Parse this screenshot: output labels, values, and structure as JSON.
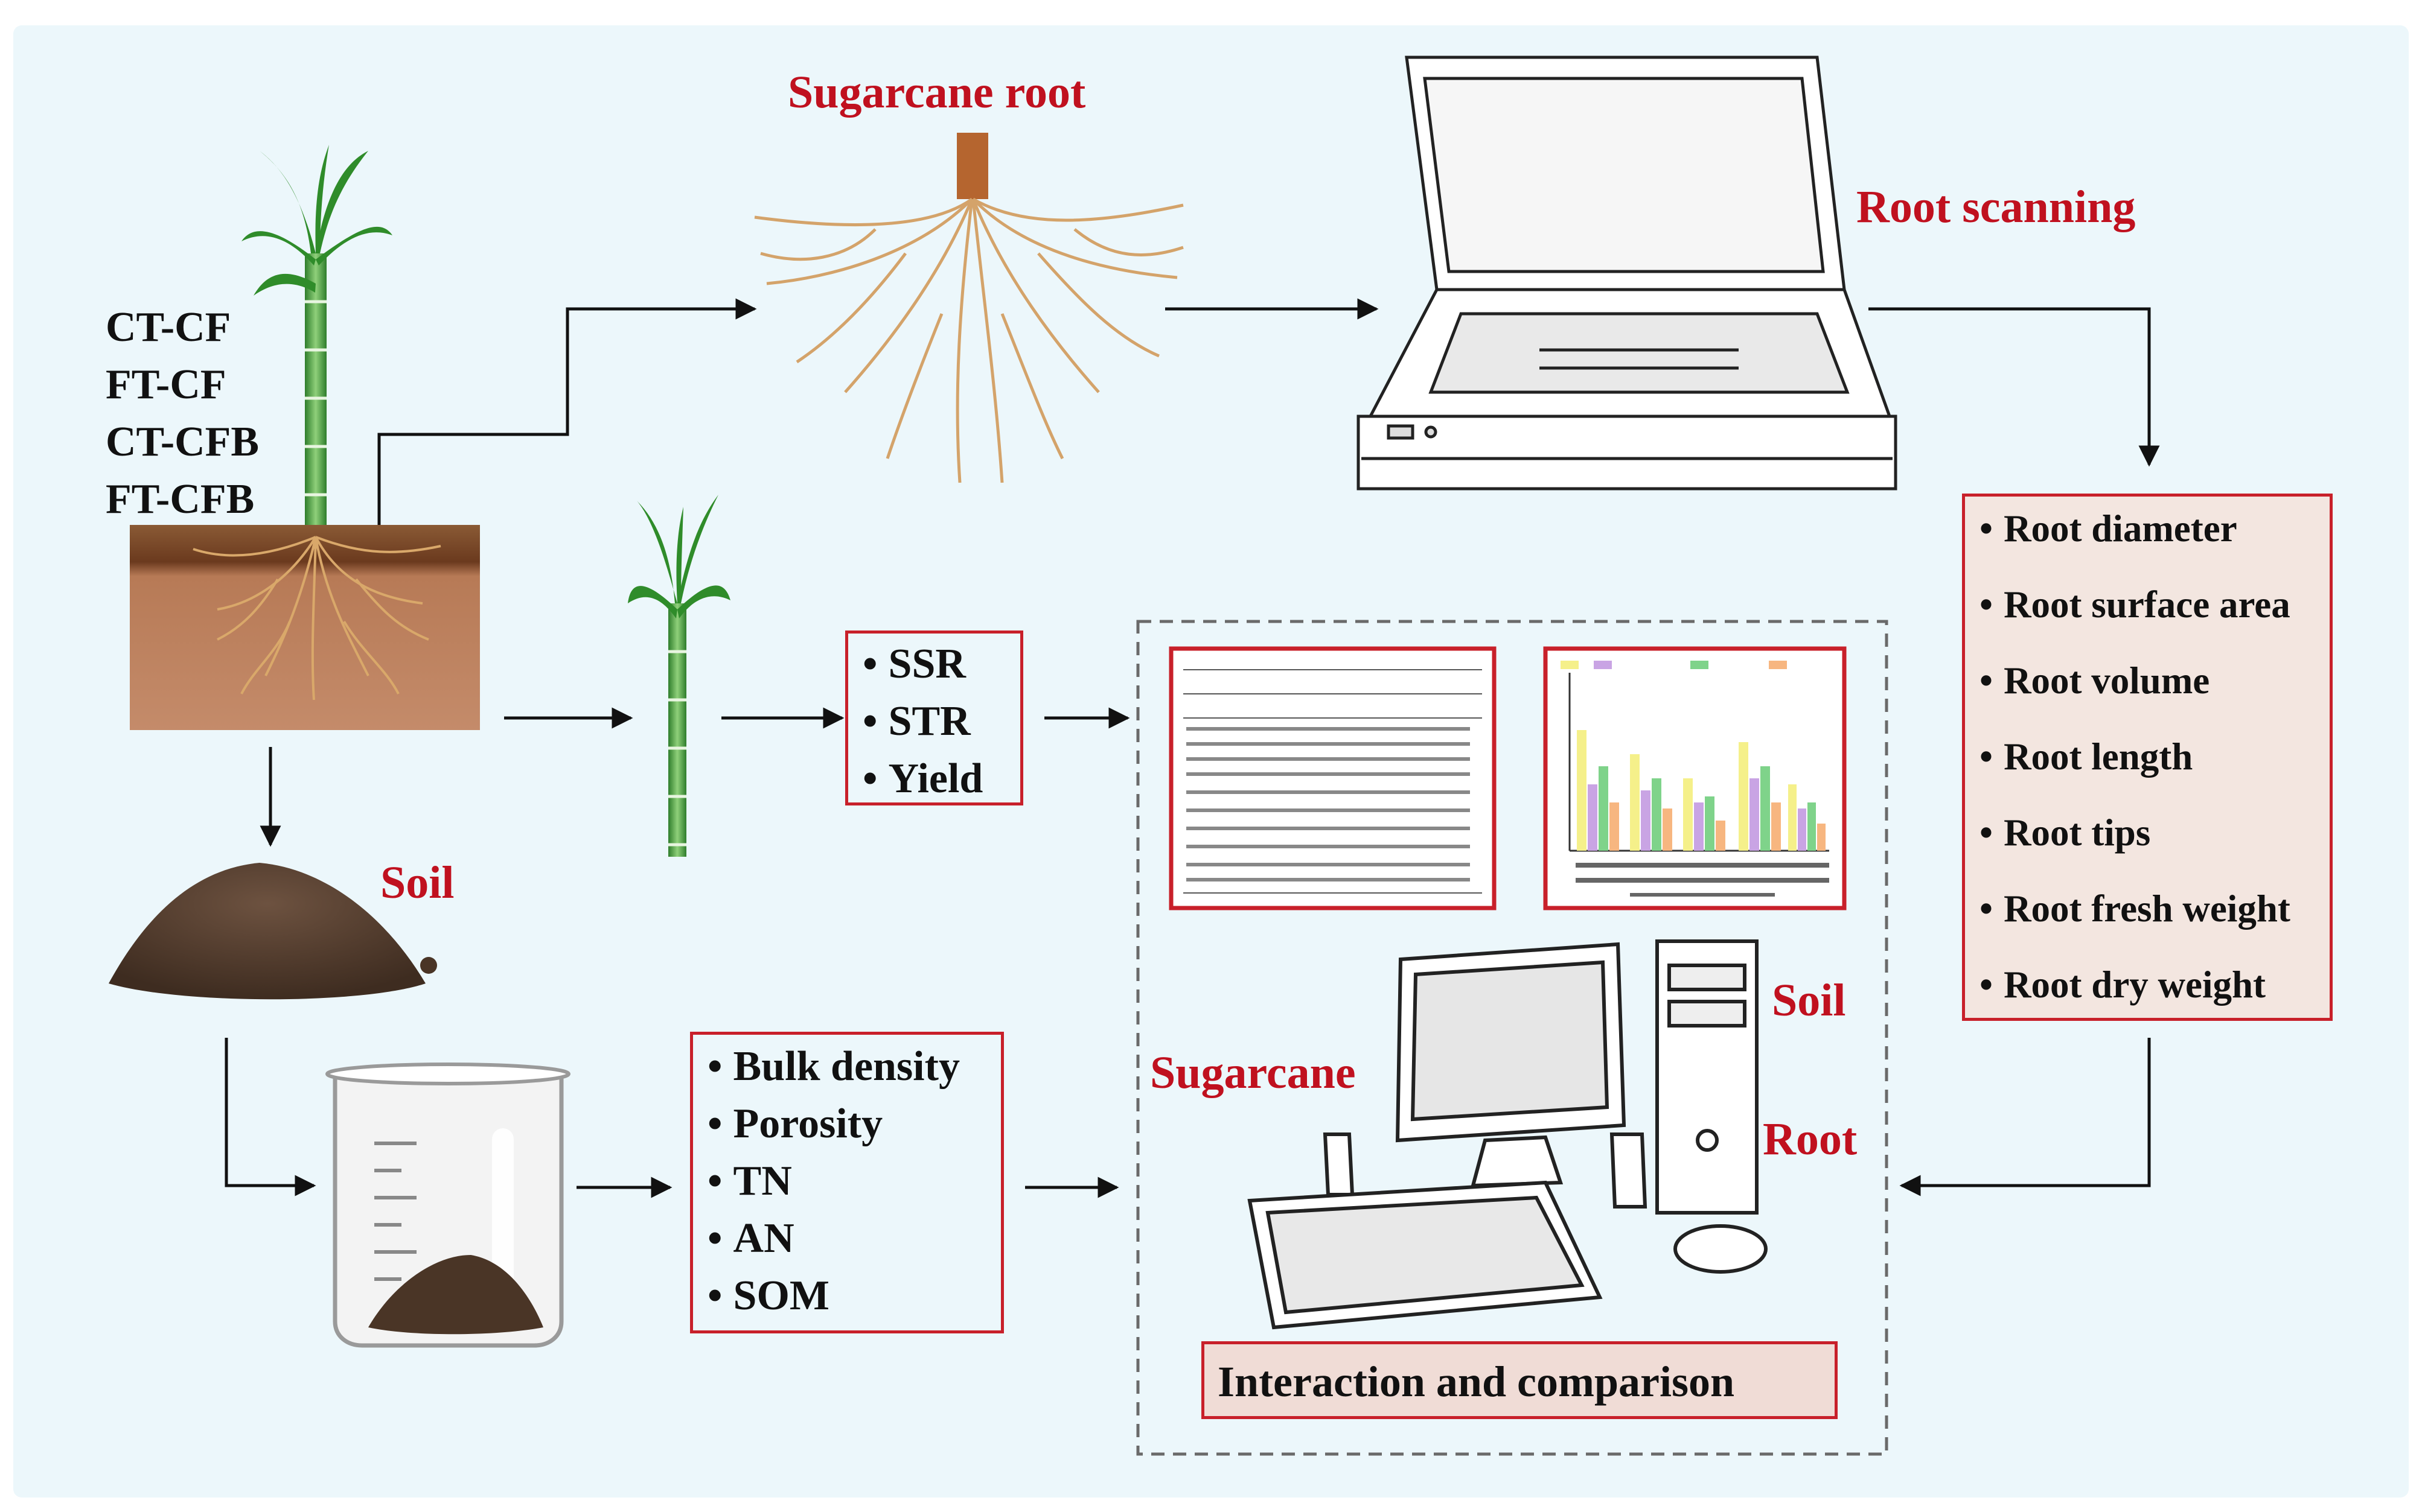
{
  "treatments": [
    "CT-CF",
    "FT-CF",
    "CT-CFB",
    "FT-CFB"
  ],
  "labels": {
    "sugarcane_root": "Sugarcane root",
    "root_scanning": "Root scanning",
    "soil_left": "Soil",
    "soil_pc": "Soil",
    "sugarcane_pc": "Sugarcane",
    "root_pc": "Root",
    "interaction": "Interaction and comparison"
  },
  "sugarcane_traits": [
    "SSR",
    "STR",
    "Yield"
  ],
  "soil_traits": [
    "Bulk density",
    "Porosity",
    "TN",
    "AN",
    "SOM"
  ],
  "root_traits": [
    "Root diameter",
    "Root surface area",
    "Root volume",
    "Root length",
    "Root tips",
    "Root fresh weight",
    "Root dry weight"
  ],
  "colors": {
    "background": "#ecf7fb",
    "label_red": "#c0111f",
    "box_border": "#c8202a",
    "root_box_fill": "#f3e6e0",
    "interaction_fill": "#f0dcd6",
    "soil_brown": "#7a4a2a",
    "cane_green": "#2f8c2a"
  },
  "icons": [
    "sugarcane-plant-icon",
    "root-system-icon",
    "flatbed-scanner-icon",
    "soil-pile-icon",
    "beaker-icon",
    "desktop-computer-icon",
    "data-table-icon",
    "bar-chart-icon"
  ]
}
